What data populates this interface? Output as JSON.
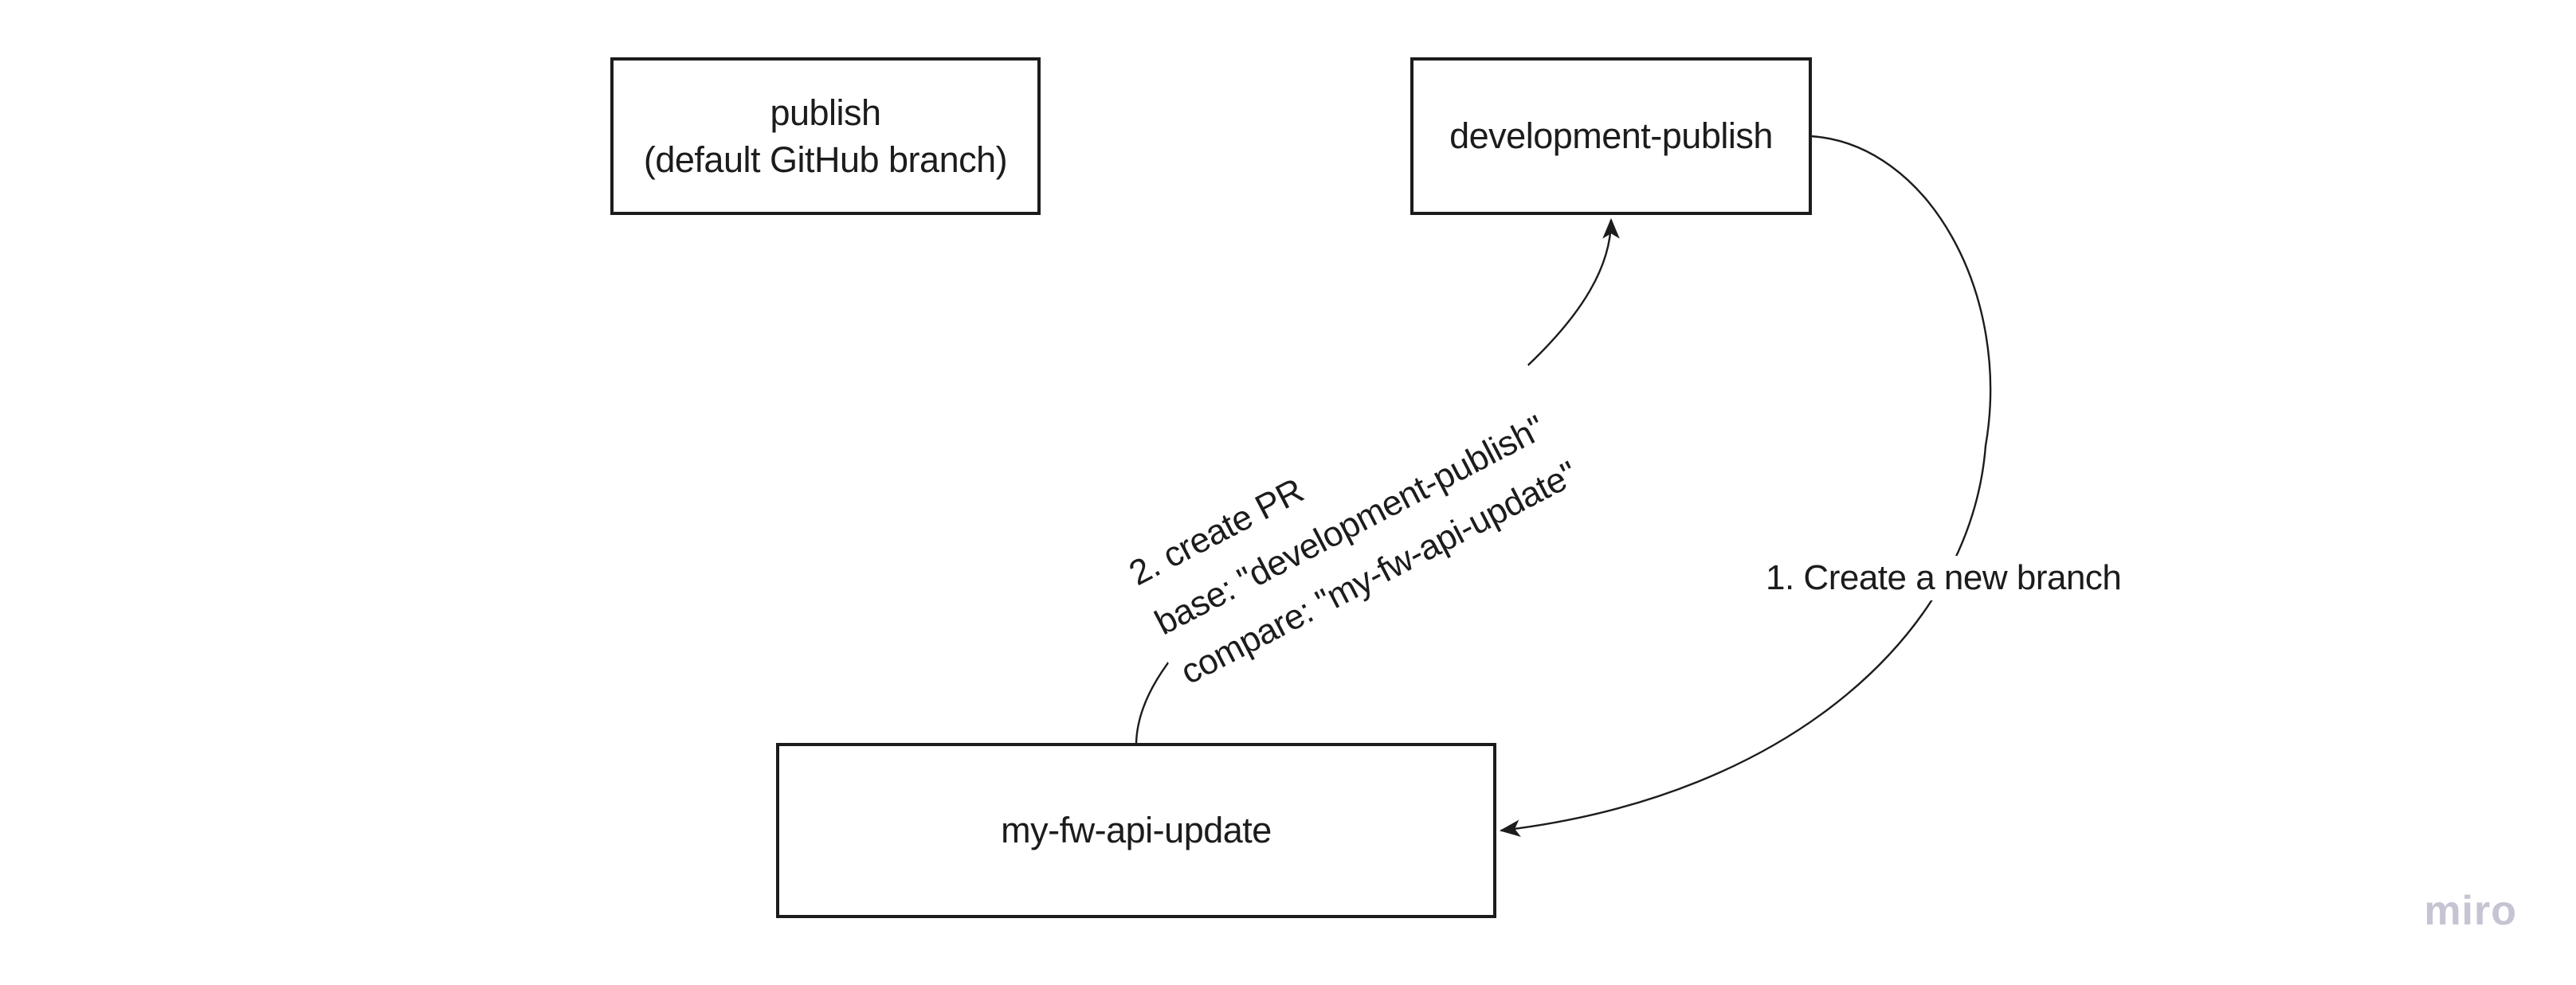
{
  "board": {
    "background": "#ffffff",
    "watermark": "miro"
  },
  "colors": {
    "shape_border": "#1c1c1c",
    "text": "#1c1c1c",
    "connector": "#1c1c1c",
    "watermark": "#c5c4d2"
  },
  "nodes": [
    {
      "id": "publish",
      "label": "publish\n(default GitHub branch)"
    },
    {
      "id": "development-publish",
      "label": "development-publish"
    },
    {
      "id": "my-fw-api-update",
      "label": "my-fw-api-update"
    }
  ],
  "connectors": [
    {
      "id": "create-branch",
      "from": "development-publish",
      "to": "my-fw-api-update",
      "label": "1. Create a new branch"
    },
    {
      "id": "create-pr",
      "from": "my-fw-api-update",
      "to": "development-publish",
      "label": "2. create PR\nbase: \"development-publish\"\ncompare: \"my-fw-api-update\""
    }
  ]
}
